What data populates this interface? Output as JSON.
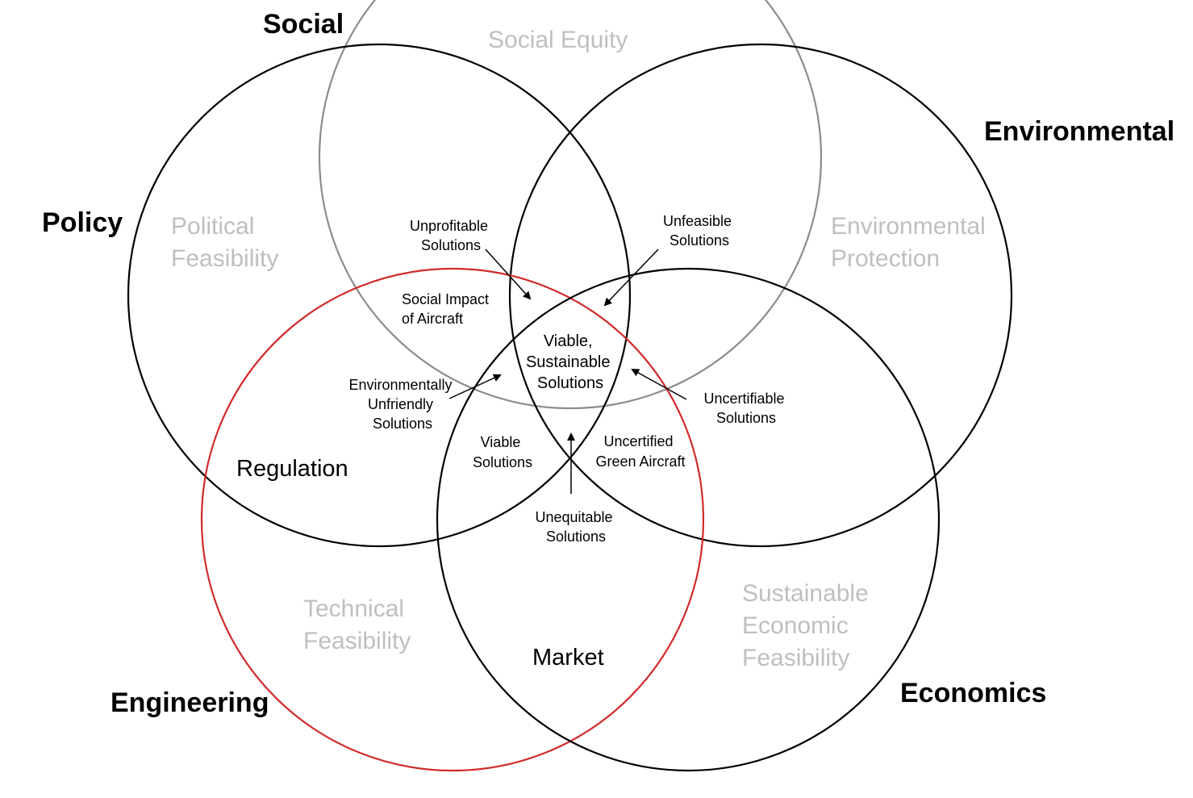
{
  "colors": {
    "black_circle": "#000000",
    "gray_circle": "#8c8c8c",
    "light_circle": "#bdbdbd",
    "red_circle": "#d22a2a",
    "light_red": "#f0a5a5",
    "goal_text": "#bfbfbf",
    "label_text": "#000000"
  },
  "domains": {
    "social": "Social",
    "environmental": "Environmental",
    "policy": "Policy",
    "engineering": "Engineering",
    "economics": "Economics"
  },
  "goals": {
    "social_equity": "Social Equity",
    "political": [
      "Political",
      "Feasibility"
    ],
    "environmental": [
      "Environmental",
      "Protection"
    ],
    "technical": [
      "Technical",
      "Feasibility"
    ],
    "economic": [
      "Sustainable",
      "Economic",
      "Feasibility"
    ]
  },
  "intersections": {
    "regulation": "Regulation",
    "market": "Market",
    "social_impact": [
      "Social Impact",
      "of Aircraft"
    ],
    "viable": [
      "Viable",
      "Solutions"
    ],
    "uncertified": [
      "Uncertified",
      "Green Aircraft"
    ],
    "center": [
      "Viable,",
      "Sustainable",
      "Solutions"
    ]
  },
  "callouts": {
    "unprofitable": [
      "Unprofitable",
      "Solutions"
    ],
    "unfeasible": [
      "Unfeasible",
      "Solutions"
    ],
    "env_unfriendly": [
      "Environmentally",
      "Unfriendly",
      "Solutions"
    ],
    "uncertifiable": [
      "Uncertifiable",
      "Solutions"
    ],
    "unequitable": [
      "Unequitable",
      "Solutions"
    ]
  }
}
